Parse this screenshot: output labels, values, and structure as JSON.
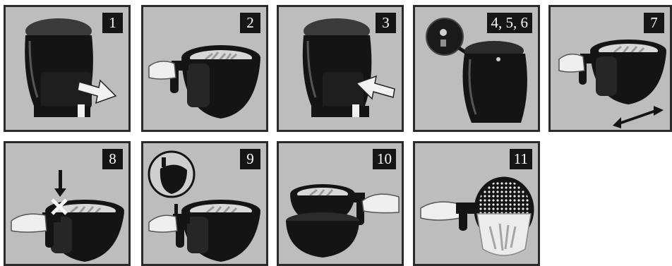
{
  "steps": [
    {
      "label": "1",
      "scene": "pull-drawer"
    },
    {
      "label": "2",
      "scene": "basket-with-fries"
    },
    {
      "label": "3",
      "scene": "push-drawer"
    },
    {
      "label": "4, 5, 6",
      "scene": "controls-zoom"
    },
    {
      "label": "7",
      "scene": "shake-basket"
    },
    {
      "label": "8",
      "scene": "do-not-press-button"
    },
    {
      "label": "9",
      "scene": "release-button-zoom"
    },
    {
      "label": "10",
      "scene": "separate-basket"
    },
    {
      "label": "11",
      "scene": "pour-fries"
    }
  ],
  "colors": {
    "panel_bg": "#bdbdbd",
    "appliance": "#141414",
    "frame": "#2a2a2a",
    "arrow": "#f2f2f2",
    "label_bg": "#161616"
  }
}
